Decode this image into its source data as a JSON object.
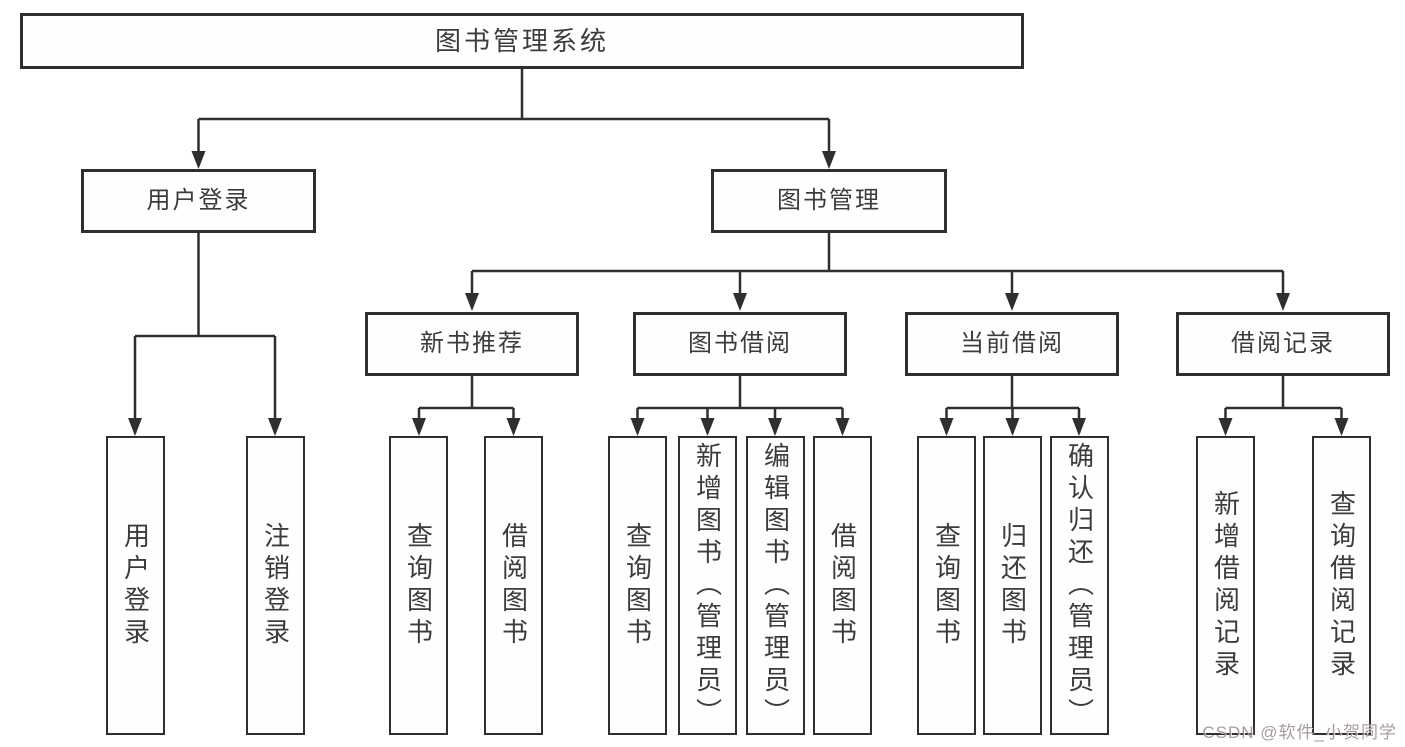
{
  "diagram": {
    "title": "图书管理系统",
    "type": "hierarchy-tree",
    "colors": {
      "line": "#2f2f2f",
      "text": "#3c3c3c",
      "box_bg": "#fefefe",
      "canvas_bg": "#ffffff",
      "watermark": "#9a8b8b"
    }
  },
  "nodes": {
    "root": "图书管理系统",
    "user_login": "用户登录",
    "book_mgmt": "图书管理",
    "new_book_rec": "新书推荐",
    "book_borrow": "图书借阅",
    "current_borrow": "当前借阅",
    "borrow_record": "借阅记录",
    "login": "用户登录",
    "logout": "注销登录",
    "rec_query_book": "查询图书",
    "rec_borrow_book": "借阅图书",
    "bb_query_book": "查询图书",
    "bb_add_book": "新增图书（管理员）",
    "bb_edit_book": "编辑图书（管理员）",
    "bb_borrow_book": "借阅图书",
    "cb_query_book": "查询图书",
    "cb_return_book": "归还图书",
    "cb_confirm_return": "确认归还（管理员）",
    "br_add_record": "新增借阅记录",
    "br_query_record": "查询借阅记录"
  },
  "edges": [
    {
      "from": "root",
      "to": [
        "user_login",
        "book_mgmt"
      ]
    },
    {
      "from": "user_login",
      "to": [
        "login",
        "logout"
      ]
    },
    {
      "from": "book_mgmt",
      "to": [
        "new_book_rec",
        "book_borrow",
        "current_borrow",
        "borrow_record"
      ]
    },
    {
      "from": "new_book_rec",
      "to": [
        "rec_query_book",
        "rec_borrow_book"
      ]
    },
    {
      "from": "book_borrow",
      "to": [
        "bb_query_book",
        "bb_add_book",
        "bb_edit_book",
        "bb_borrow_book"
      ]
    },
    {
      "from": "current_borrow",
      "to": [
        "cb_query_book",
        "cb_return_book",
        "cb_confirm_return"
      ]
    },
    {
      "from": "borrow_record",
      "to": [
        "br_add_record",
        "br_query_record"
      ]
    }
  ],
  "watermark": "CSDN @软件_小贺同学"
}
